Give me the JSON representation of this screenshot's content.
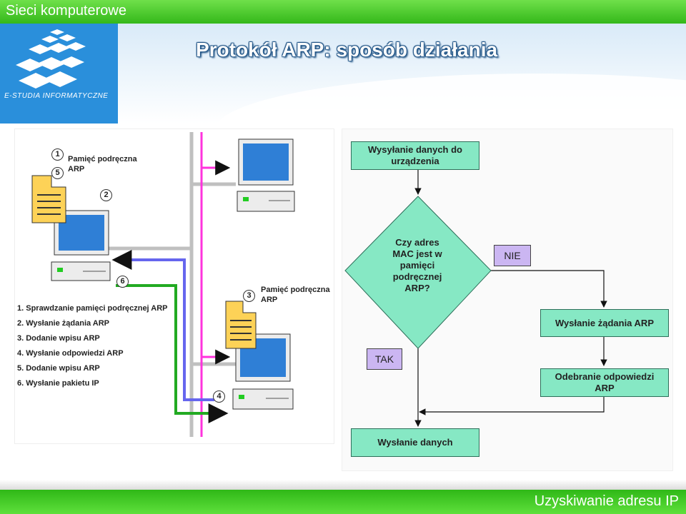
{
  "header": {
    "course": "Sieci komputerowe",
    "title": "Protokół ARP: sposób działania",
    "logo_text": "E-STUDIA INFORMATYCZNE"
  },
  "footer": {
    "section": "Uzyskiwanie adresu IP"
  },
  "network": {
    "cache_label_top": "Pamięć podręczna",
    "cache_label_top_2": "ARP",
    "cache_label_right": "Pamięć podręczna",
    "cache_label_right_2": "ARP",
    "markers": [
      "1",
      "5",
      "2",
      "3",
      "6",
      "4"
    ],
    "steps": [
      "1. Sprawdzanie pamięci podręcznej ARP",
      "2. Wysłanie żądania ARP",
      "3. Dodanie wpisu ARP",
      "4. Wysłanie odpowiedzi ARP",
      "5. Dodanie wpisu ARP",
      "6. Wysłanie pakietu IP"
    ],
    "colors": {
      "backbone": "#c0c0c0",
      "request": "#ff33dd",
      "reply": "#6666ee",
      "packet": "#22aa22"
    }
  },
  "flowchart": {
    "start": [
      "Wysyłanie danych do",
      "urządzenia"
    ],
    "decision": [
      "Czy adres",
      "MAC jest w",
      "pamięci",
      "podręcznej",
      "ARP?"
    ],
    "no_label": "NIE",
    "yes_label": "TAK",
    "send_request": "Wysłanie żądania ARP",
    "receive_reply": [
      "Odebranie odpowiedzi",
      "ARP"
    ],
    "send_data": "Wysłanie danych",
    "colors": {
      "box": "#86e8c4",
      "tag": "#cbb6f2"
    }
  }
}
